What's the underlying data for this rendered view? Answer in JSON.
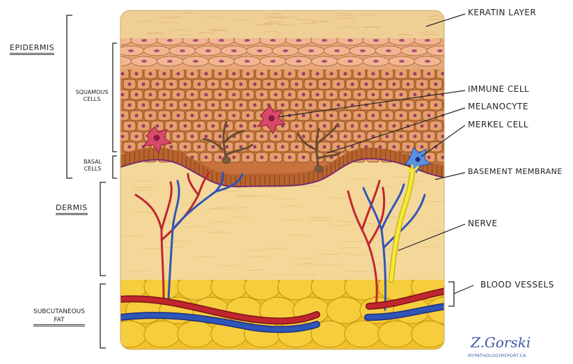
{
  "labels": {
    "keratin_layer": "Keratin layer",
    "immune_cell": "Immune cell",
    "melanocyte": "Melanocyte",
    "merkel_cell": "Merkel cell",
    "basement_membrane": "Basement membrane",
    "nerve": "Nerve",
    "blood_vessels": "Blood vessels",
    "epidermis": "Epidermis",
    "squamous_cells": [
      "Squamous",
      "cells"
    ],
    "basal_cells": [
      "Basal",
      "cells"
    ],
    "dermis": "Dermis",
    "subcutaneous_fat": [
      "Subcutaneous",
      "fat"
    ]
  },
  "signature": {
    "name": "Z.Gorski",
    "site": "MyPathologyReport.ca"
  },
  "colors": {
    "keratin": "#efcf95",
    "squamous": "#d9884f",
    "squamous_cell": "#e4a06a",
    "basal": "#c8733e",
    "dermis": "#f3d89a",
    "fat": "#f2c12a",
    "artery": "#c0262e",
    "vein": "#2f55b8",
    "nerve": "#f5e93a",
    "immune": "#d94a6a",
    "merkel": "#5b8fe0",
    "melanocyte": "#7a5a3a"
  }
}
